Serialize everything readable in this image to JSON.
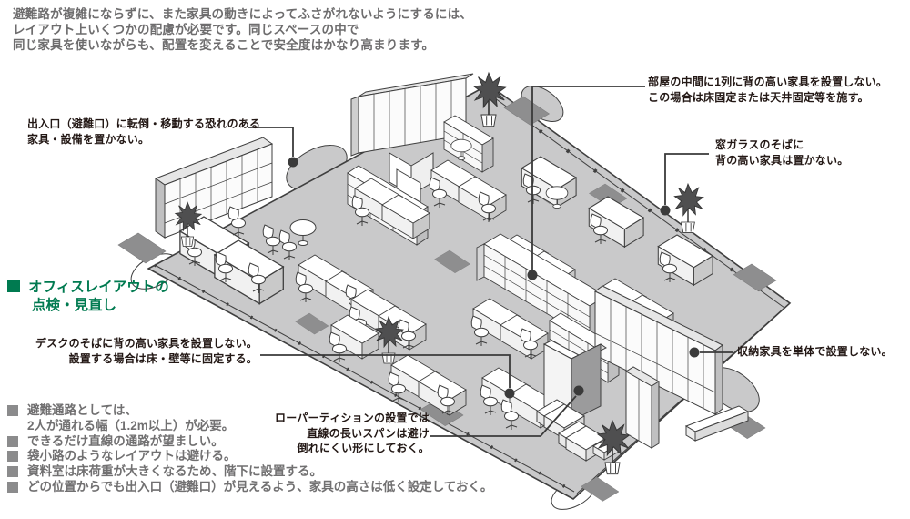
{
  "colors": {
    "accent_green": "#007a50",
    "body_text_gray": "#717071",
    "callout_text": "#231815",
    "floor_gray": "#c9c9ca",
    "mat_gray": "#8e8e8f"
  },
  "intro": {
    "line1": "避難路が複雑にならずに、また家具の動きによってふさがれないようにするには、",
    "line2": "レイアウト上いくつかの配慮が必要です。同じスペースの中で",
    "line3": "同じ家具を使いながらも、配置を変えることで安全度はかなり高まります。"
  },
  "section_heading": {
    "line1": "オフィスレイアウトの",
    "line2": "点検・見直し"
  },
  "callouts": {
    "entrance": {
      "line1": "出入口（避難口）に転倒・移動する恐れのある",
      "line2": "家具・設備を置かない。"
    },
    "middle_row": {
      "line1": "部屋の中間に1列に背の高い家具を設置しない。",
      "line2": "この場合は床固定または天井固定等を施す。"
    },
    "window": {
      "line1": "窓ガラスのそばに",
      "line2": "背の高い家具は置かない。"
    },
    "storage": {
      "line1": "収納家具を単体で設置しない。"
    },
    "desk": {
      "line1": "デスクのそばに背の高い家具を設置しない。",
      "line2": "設置する場合は床・壁等に固定する。"
    },
    "partition": {
      "line1": "ローパーティションの設置では",
      "line2": "直線の長いスパンは避け",
      "line3": "倒れにくい形にしておく。"
    }
  },
  "notes": {
    "item1_line1": "避難通路としては、",
    "item1_line2": "2人が通れる幅（1.2m以上）が必要。",
    "item2": "できるだけ直線の通路が望ましい。",
    "item3": "袋小路のようなレイアウトは避ける。",
    "item4": "資料室は床荷重が大きくなるため、階下に設置する。",
    "item5": "どの位置からでも出入口（避難口）が見えるよう、家具の高さは低く設定しておく。"
  }
}
